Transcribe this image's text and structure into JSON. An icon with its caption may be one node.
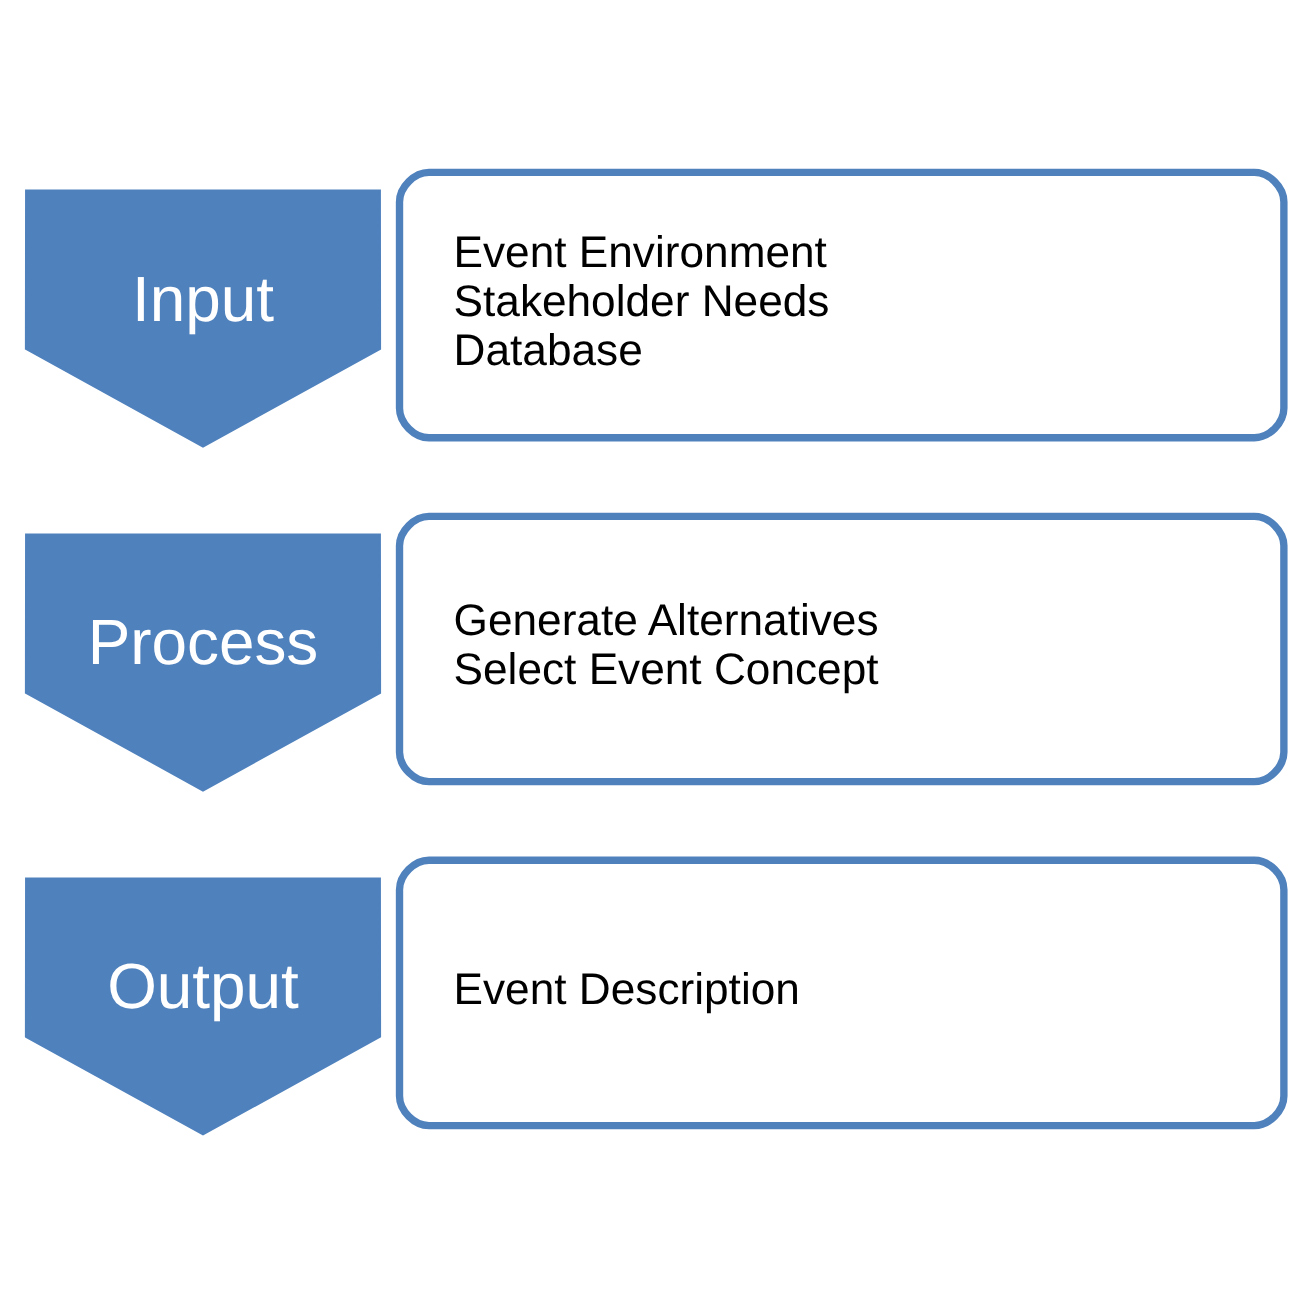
{
  "diagram": {
    "nodes": [
      {
        "text": [
          "Input"
        ]
      },
      {
        "text": [
          "Event Environment",
          "Stakeholder Needs",
          "Database"
        ]
      },
      {
        "text": [
          "Process"
        ]
      },
      {
        "text": [
          "Generate Alternatives",
          "Select Event Concept"
        ]
      },
      {
        "text": [
          "Output"
        ]
      },
      {
        "text": [
          "Event Description"
        ]
      }
    ]
  }
}
